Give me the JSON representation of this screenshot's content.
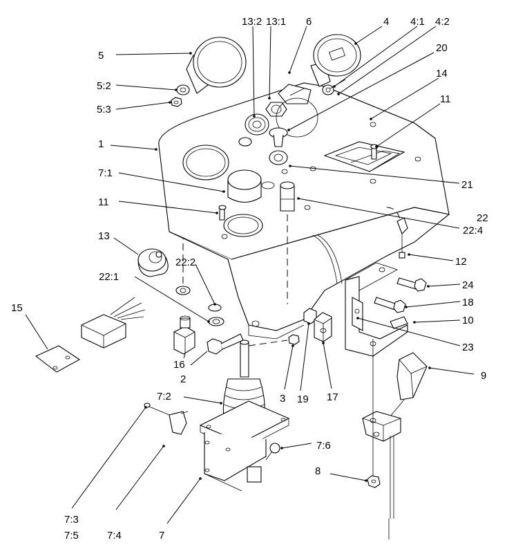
{
  "labels": {
    "l1": "1",
    "l2": "2",
    "l3": "3",
    "l4": "4",
    "l4_1": "4:1",
    "l4_2": "4:2",
    "l5": "5",
    "l5_2": "5:2",
    "l5_3": "5:3",
    "l6": "6",
    "l7": "7",
    "l7_1": "7:1",
    "l7_2": "7:2",
    "l7_3": "7:3",
    "l7_4": "7:4",
    "l7_5": "7:5",
    "l7_6": "7:6",
    "l8": "8",
    "l9": "9",
    "l10": "10",
    "l11a": "11",
    "l11b": "11",
    "l12": "12",
    "l13": "13",
    "l13_1": "13:1",
    "l13_2": "13:2",
    "l14": "14",
    "l15": "15",
    "l16": "16",
    "l17": "17",
    "l18": "18",
    "l19": "19",
    "l20": "20",
    "l21": "21",
    "l22": "22",
    "l22_1": "22:1",
    "l22_2": "22:2",
    "l22_4": "22:4",
    "l23": "23",
    "l24": "24"
  }
}
